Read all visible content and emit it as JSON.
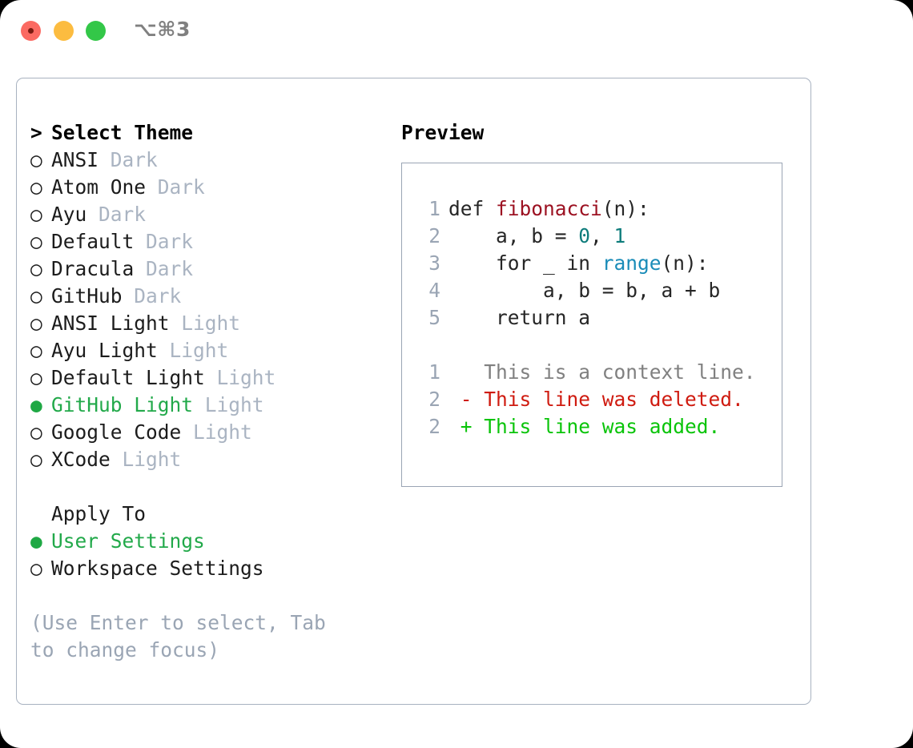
{
  "titlebar": {
    "shortcut": "⌥⌘3",
    "buttons": [
      "close",
      "minimize",
      "zoom"
    ]
  },
  "theme_selector": {
    "header_marker": ">",
    "header_label": "Select Theme",
    "unselected_marker": "○",
    "selected_marker": "●",
    "selected_color": "#22a94a",
    "tag_color": "#aab4c2",
    "items": [
      {
        "name": "ANSI",
        "tag": "Dark",
        "selected": false
      },
      {
        "name": "Atom One",
        "tag": "Dark",
        "selected": false
      },
      {
        "name": "Ayu",
        "tag": "Dark",
        "selected": false
      },
      {
        "name": "Default",
        "tag": "Dark",
        "selected": false
      },
      {
        "name": "Dracula",
        "tag": "Dark",
        "selected": false
      },
      {
        "name": "GitHub",
        "tag": "Dark",
        "selected": false
      },
      {
        "name": "ANSI Light",
        "tag": "Light",
        "selected": false
      },
      {
        "name": "Ayu Light",
        "tag": "Light",
        "selected": false
      },
      {
        "name": "Default Light",
        "tag": "Light",
        "selected": false
      },
      {
        "name": "GitHub Light",
        "tag": "Light",
        "selected": true
      },
      {
        "name": "Google Code",
        "tag": "Light",
        "selected": false
      },
      {
        "name": "XCode",
        "tag": "Light",
        "selected": false
      }
    ]
  },
  "apply_to": {
    "label": "Apply To",
    "options": [
      {
        "name": "User Settings",
        "selected": true
      },
      {
        "name": "Workspace Settings",
        "selected": false
      }
    ]
  },
  "hint": {
    "text": "(Use Enter to select, Tab to change focus)",
    "color": "#9aa5b4"
  },
  "preview": {
    "title": "Preview",
    "border_color": "#9aa5b4",
    "code_lines": [
      {
        "no": "1",
        "segments": [
          {
            "t": "def ",
            "c": "plain"
          },
          {
            "t": "fibonacci",
            "c": "fn"
          },
          {
            "t": "(n):",
            "c": "plain"
          }
        ]
      },
      {
        "no": "2",
        "segments": [
          {
            "t": "    a, b = ",
            "c": "plain"
          },
          {
            "t": "0",
            "c": "num"
          },
          {
            "t": ", ",
            "c": "plain"
          },
          {
            "t": "1",
            "c": "num"
          }
        ]
      },
      {
        "no": "3",
        "segments": [
          {
            "t": "    for _ in ",
            "c": "plain"
          },
          {
            "t": "range",
            "c": "bi"
          },
          {
            "t": "(n):",
            "c": "plain"
          }
        ]
      },
      {
        "no": "4",
        "segments": [
          {
            "t": "        a, b = b, a + b",
            "c": "plain"
          }
        ]
      },
      {
        "no": "5",
        "segments": [
          {
            "t": "    return a",
            "c": "plain"
          }
        ]
      }
    ],
    "diff_lines": [
      {
        "no": "1",
        "prefix": "  ",
        "text": "This is a context line.",
        "kind": "ctx"
      },
      {
        "no": "2",
        "prefix": "- ",
        "text": "This line was deleted.",
        "kind": "del"
      },
      {
        "no": "2",
        "prefix": "+ ",
        "text": "This line was added.",
        "kind": "add"
      }
    ],
    "syntax_colors": {
      "function": "#9c1222",
      "number": "#0e7c7b",
      "builtin": "#1a8cb8",
      "lineno": "#9aa5b4",
      "context": "#808080",
      "deleted": "#cf1b10",
      "added": "#0ac40a"
    }
  }
}
